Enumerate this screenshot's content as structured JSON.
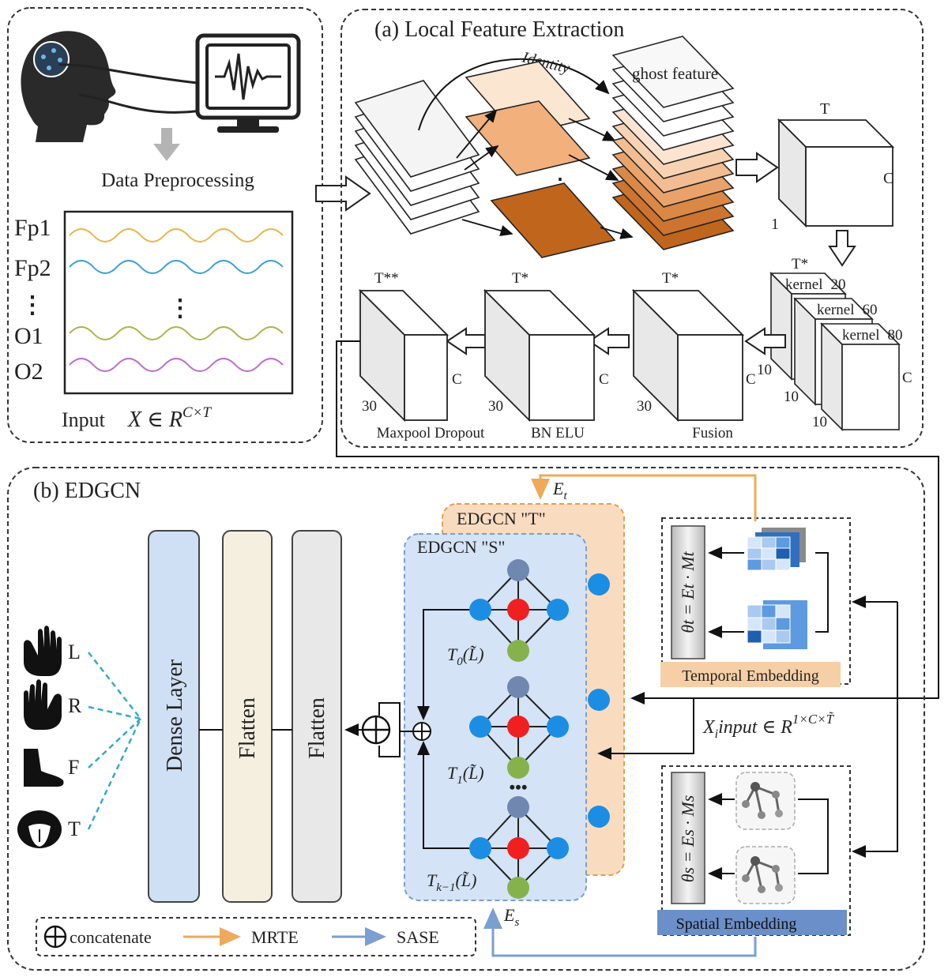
{
  "input_panel": {
    "preprocess_label": "Data Preprocessing",
    "channels": [
      "Fp1",
      "Fp2",
      "⋮",
      "O1",
      "O2"
    ],
    "mid_ellipsis": "⋮",
    "input_label": "Input",
    "input_formula": "X ∈ R",
    "input_sup": "C×T"
  },
  "local_feature": {
    "title": "(a) Local Feature Extraction",
    "identity_label": "Identity",
    "ghost_label": "ghost feature",
    "ellipsis": "⋮",
    "cube_T": "T",
    "cube_C": "C",
    "cube_1": "1",
    "kernels": [
      {
        "label": "kernel",
        "size": "20",
        "depth": "10"
      },
      {
        "label": "kernel",
        "size": "60",
        "depth": "10"
      },
      {
        "label": "kernel",
        "size": "80",
        "depth": "10"
      }
    ],
    "tstar": "T*",
    "tstarstar": "T**",
    "c_label": "C",
    "depth_30": "30",
    "fusion_label": "Fusion",
    "bnelu_label": "BN ELU",
    "maxpool_label": "Maxpool Dropout"
  },
  "edgcn": {
    "title": "(b) EDGCN",
    "edgcn_t": "EDGCN \"T\"",
    "edgcn_s": "EDGCN \"S\"",
    "e_t": "E",
    "e_t_sub": "t",
    "e_s": "E",
    "e_s_sub": "s",
    "poly_labels": [
      {
        "base": "T",
        "sub": "0",
        "arg": "(L̃)"
      },
      {
        "base": "T",
        "sub": "1",
        "arg": "(L̃)"
      },
      {
        "base": "T",
        "sub": "k−1",
        "arg": "(L̃)"
      }
    ],
    "dots": "•••",
    "dense_label": "Dense Layer",
    "flatten1_label": "Flatten",
    "flatten2_label": "Flatten",
    "classes": [
      "L",
      "R",
      "F",
      "T"
    ],
    "xinput_label": "X",
    "xinput_sub": "i",
    "xinput_rest": "input ∈ R",
    "xinput_sup": "1×C×T̃",
    "temporal_formula": "θt = Et · Mt",
    "spatial_formula": "θs = Es · Ms",
    "temporal_label": "Temporal  Embedding",
    "spatial_label": "Spatial Embedding"
  },
  "legend": {
    "concat_label": "concatenate",
    "mrte_label": "MRTE",
    "sase_label": "SASE"
  },
  "colors": {
    "orange_light": "#f6c89c",
    "orange_dark": "#c0651c",
    "edgcn_s_bg": "#d4e3f6",
    "edgcn_t_bg": "#f9dcc0",
    "dense_bg": "#cfe0f4",
    "flatten1_bg": "#f4efdf",
    "flatten2_bg": "#e8e8e8",
    "node_blue": "#1b8ee4",
    "node_red": "#f02020",
    "node_green": "#86b24e",
    "node_top": "#7088b0",
    "mrte": "#eeaa5a",
    "sase": "#7b9fcf"
  }
}
